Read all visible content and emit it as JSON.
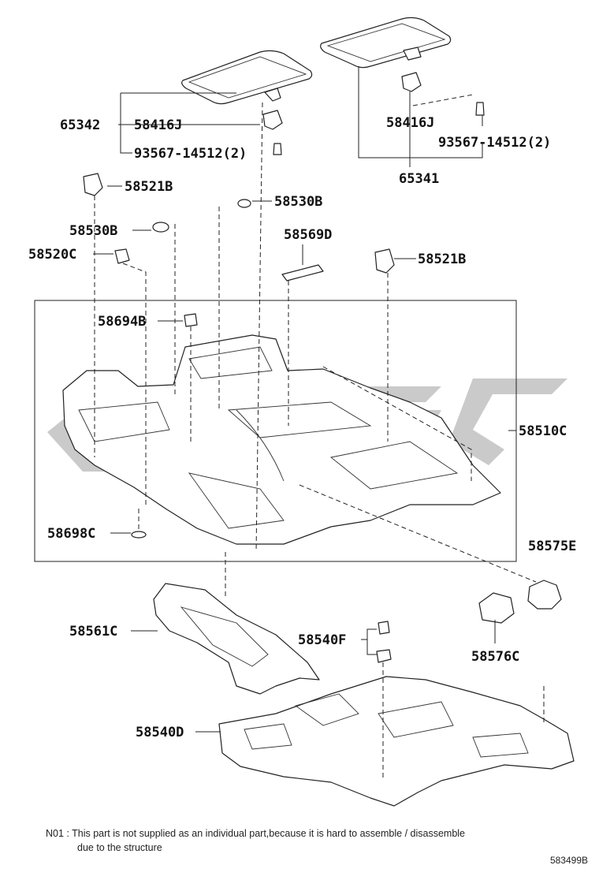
{
  "parts": {
    "p65342": "65342",
    "p58416J_left": "58416J",
    "p93567_left": "93567-14512(2)",
    "p58521B_left": "58521B",
    "p58530B_upper": "58530B",
    "p58530B_left": "58530B",
    "p58520C": "58520C",
    "p58569D": "58569D",
    "p58521B_right": "58521B",
    "p58694B": "58694B",
    "p58510C": "58510C",
    "p58698C": "58698C",
    "p58575E": "58575E",
    "p58561C": "58561C",
    "p58540F": "58540F",
    "p58576C": "58576C",
    "p58540D": "58540D",
    "p58416J_right": "58416J",
    "p93567_right": "93567-14512(2)",
    "p65341": "65341"
  },
  "note": {
    "line1": "N01 : This part is not supplied as an individual part,because it is hard to assemble / disassemble",
    "line2": "due to the structure"
  },
  "diagram_code": "583499B",
  "watermark_color": "#9e9e9e"
}
